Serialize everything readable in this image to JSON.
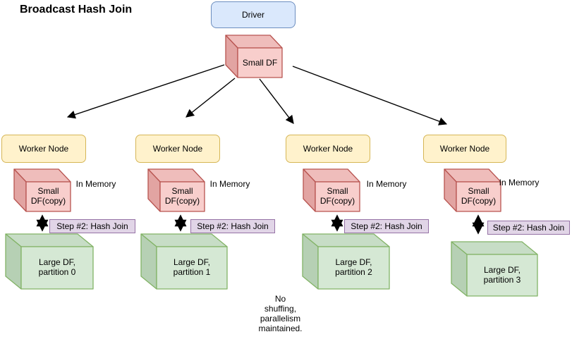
{
  "title": "Broadcast Hash Join",
  "driver": {
    "label": "Driver"
  },
  "broadcast": {
    "cube_label": "Small DF"
  },
  "note": "No\nshuffing,\nparallelism\nmaintained.",
  "workers": [
    {
      "node_label": "Worker Node",
      "cube_label": "Small\nDF(copy)",
      "memory_label": "In Memory",
      "step_label": "Step #2: Hash Join",
      "partition_label": "Large DF,\npartition 0"
    },
    {
      "node_label": "Worker Node",
      "cube_label": "Small\nDF(copy)",
      "memory_label": "In Memory",
      "step_label": "Step #2: Hash Join",
      "partition_label": "Large DF,\npartition 1"
    },
    {
      "node_label": "Worker Node",
      "cube_label": "Small\nDF(copy)",
      "memory_label": "In Memory",
      "step_label": "Step #2: Hash Join",
      "partition_label": "Large DF,\npartition 2"
    },
    {
      "node_label": "Worker Node",
      "cube_label": "Small\nDF(copy)",
      "memory_label": "In Memory",
      "step_label": "Step #2: Hash Join",
      "partition_label": "Large DF,\npartition 3"
    }
  ],
  "colors": {
    "driver_fill": "#dae8fc",
    "driver_stroke": "#6c8ebf",
    "worker_fill": "#fff2cc",
    "worker_stroke": "#d6b656",
    "small_df_fill": "#f8cecc",
    "small_df_stroke": "#b85450",
    "large_df_fill": "#d5e8d4",
    "large_df_stroke": "#82b366",
    "step_fill": "#e1d5e7",
    "step_stroke": "#9673a6",
    "arrow": "#000000"
  }
}
